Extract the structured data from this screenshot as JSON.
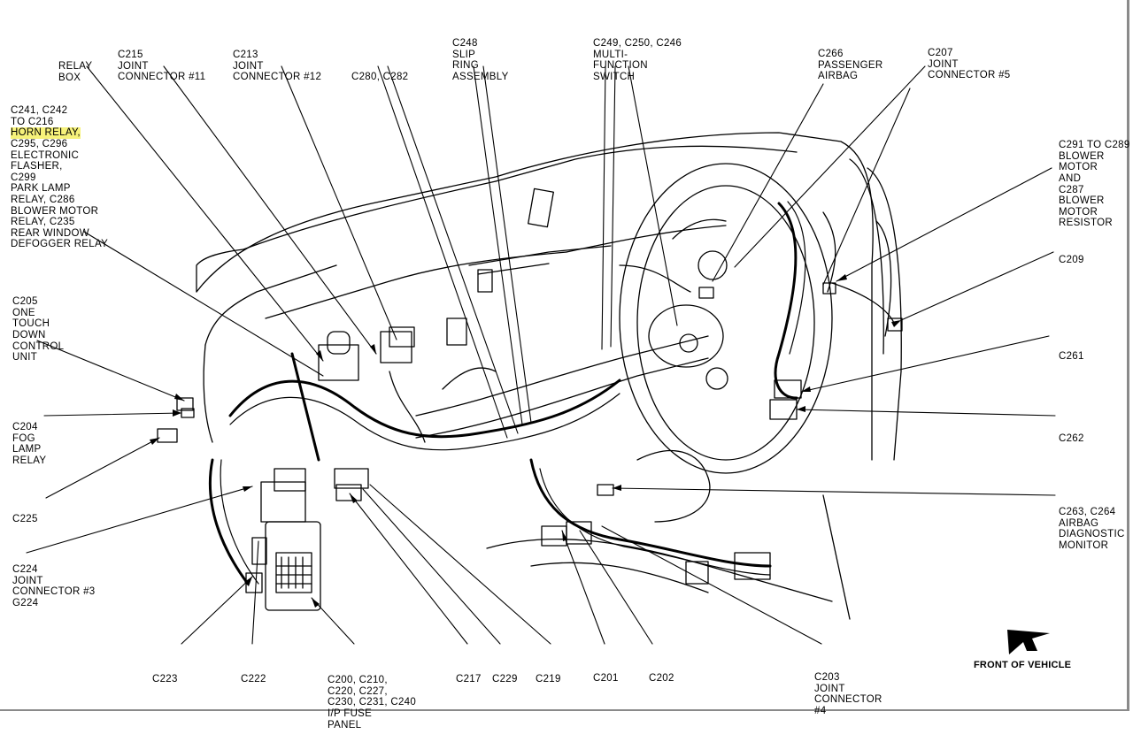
{
  "labels": {
    "relay_box": [
      "RELAY",
      "BOX"
    ],
    "c215": [
      "C215",
      "JOINT",
      "CONNECTOR #11"
    ],
    "c213": [
      "C213",
      "JOINT",
      "CONNECTOR #12"
    ],
    "c280": [
      "C280, C282"
    ],
    "c248": [
      "C248",
      "SLIP",
      "RING",
      "ASSEMBLY"
    ],
    "c249": [
      "C249, C250, C246",
      "MULTI-",
      "FUNCTION",
      "SWITCH"
    ],
    "c266": [
      "C266",
      "PASSENGER",
      "AIRBAG"
    ],
    "c207": [
      "C207",
      "JOINT",
      "CONNECTOR #5"
    ],
    "c241": [
      "C241, C242",
      "TO C216",
      "HORN RELAY,",
      "C295, C296",
      "ELECTRONIC",
      "FLASHER,",
      "C299",
      "PARK LAMP",
      "RELAY, C286",
      "BLOWER MOTOR",
      "RELAY, C235",
      "REAR WINDOW",
      "DEFOGGER RELAY"
    ],
    "c291": [
      "C291 TO C289",
      "BLOWER",
      "MOTOR",
      "AND",
      "C287",
      "BLOWER",
      "MOTOR",
      "RESISTOR"
    ],
    "c209": [
      "C209"
    ],
    "c205": [
      "C205",
      "ONE",
      "TOUCH",
      "DOWN",
      "CONTROL",
      "UNIT"
    ],
    "c261": [
      "C261"
    ],
    "c204": [
      "C204",
      "FOG",
      "LAMP",
      "RELAY"
    ],
    "c262": [
      "C262"
    ],
    "c225": [
      "C225"
    ],
    "c263": [
      "C263, C264",
      "AIRBAG",
      "DIAGNOSTIC",
      "MONITOR"
    ],
    "c224": [
      "C224",
      "JOINT",
      "CONNECTOR #3",
      "G224"
    ],
    "c223": [
      "C223"
    ],
    "c222": [
      "C222"
    ],
    "c200": [
      "C200, C210,",
      "C220, C227,",
      "C230, C231, C240",
      "I/P FUSE",
      "PANEL"
    ],
    "c217": [
      "C217"
    ],
    "c229": [
      "C229"
    ],
    "c219": [
      "C219"
    ],
    "c201": [
      "C201"
    ],
    "c202": [
      "C202"
    ],
    "c203": [
      "C203",
      "JOINT",
      "CONNECTOR",
      "#4"
    ]
  },
  "front_of_vehicle": "FRONT OF VEHICLE",
  "highlight_color": "#f6f27a"
}
